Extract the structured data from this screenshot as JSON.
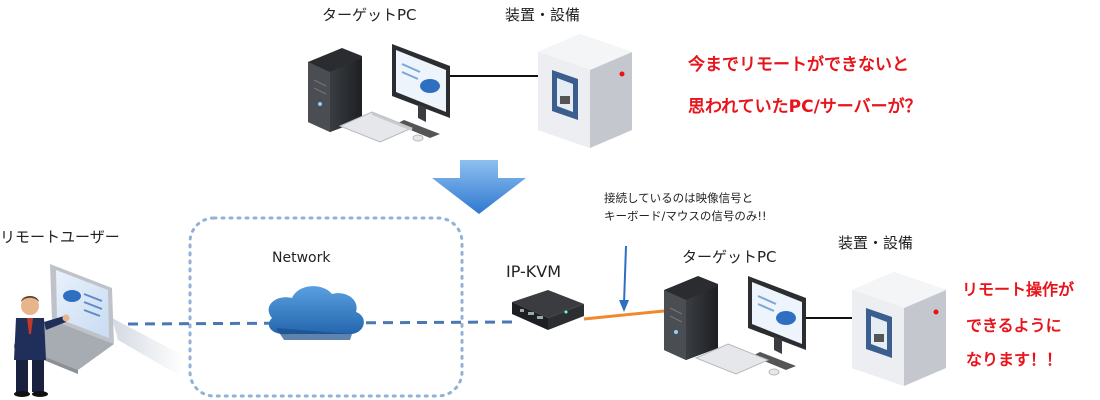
{
  "top": {
    "target_pc_label": "ターゲットPC",
    "equipment_label": "装置・設備",
    "message_line1": "今までリモートができないと",
    "message_line2": "思われていたPC/サーバーが？"
  },
  "bottom": {
    "remote_user_label": "リモートユーザー",
    "network_label": "Network",
    "ipkvm_label": "IP-KVM",
    "signal_note_line1": "接続しているのは映像信号と",
    "signal_note_line2": "キーボード/マウスの信号のみ!!",
    "target_pc_label": "ターゲットPC",
    "equipment_label": "装置・設備",
    "message_line1": "リモート操作が",
    "message_line2": "できるように",
    "message_line3": "なります！！"
  },
  "colors": {
    "accent_red": "#e8141b",
    "arrow_blue": "#4a8fd9",
    "dashed_line": "#4a78b5",
    "cable_orange": "#f08a2c",
    "cloud_blue": "#3b7fc4"
  }
}
